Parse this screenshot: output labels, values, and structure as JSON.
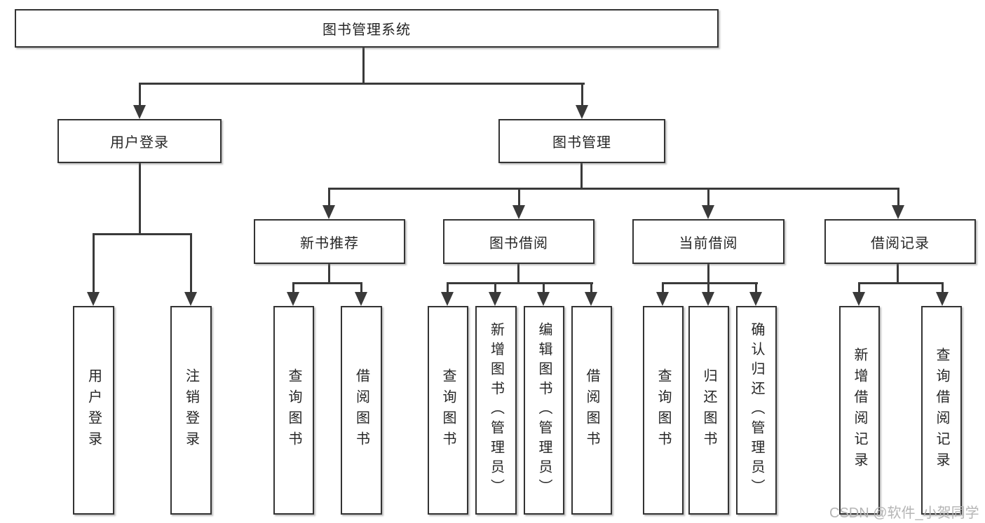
{
  "tree": {
    "label": "图书管理系统",
    "children": [
      {
        "label": "用户登录",
        "children": [
          {
            "label": "用户登录"
          },
          {
            "label": "注销登录"
          }
        ]
      },
      {
        "label": "图书管理",
        "children": [
          {
            "label": "新书推荐",
            "children": [
              {
                "label": "查询图书"
              },
              {
                "label": "借阅图书"
              }
            ]
          },
          {
            "label": "图书借阅",
            "children": [
              {
                "label": "查询图书"
              },
              {
                "label": "新增图书（管理员）"
              },
              {
                "label": "编辑图书（管理员）"
              },
              {
                "label": "借阅图书"
              }
            ]
          },
          {
            "label": "当前借阅",
            "children": [
              {
                "label": "查询图书"
              },
              {
                "label": "归还图书"
              },
              {
                "label": "确认归还（管理员）"
              }
            ]
          },
          {
            "label": "借阅记录",
            "children": [
              {
                "label": "新增借阅记录"
              },
              {
                "label": "查询借阅记录"
              }
            ]
          }
        ]
      }
    ]
  },
  "watermark": {
    "text": "CSDN @软件_小贺同学"
  },
  "colors": {
    "line": "#3a3a3a",
    "box_border": "#333333",
    "text": "#262626",
    "watermark": "#b5b5b5",
    "background": "#ffffff"
  }
}
